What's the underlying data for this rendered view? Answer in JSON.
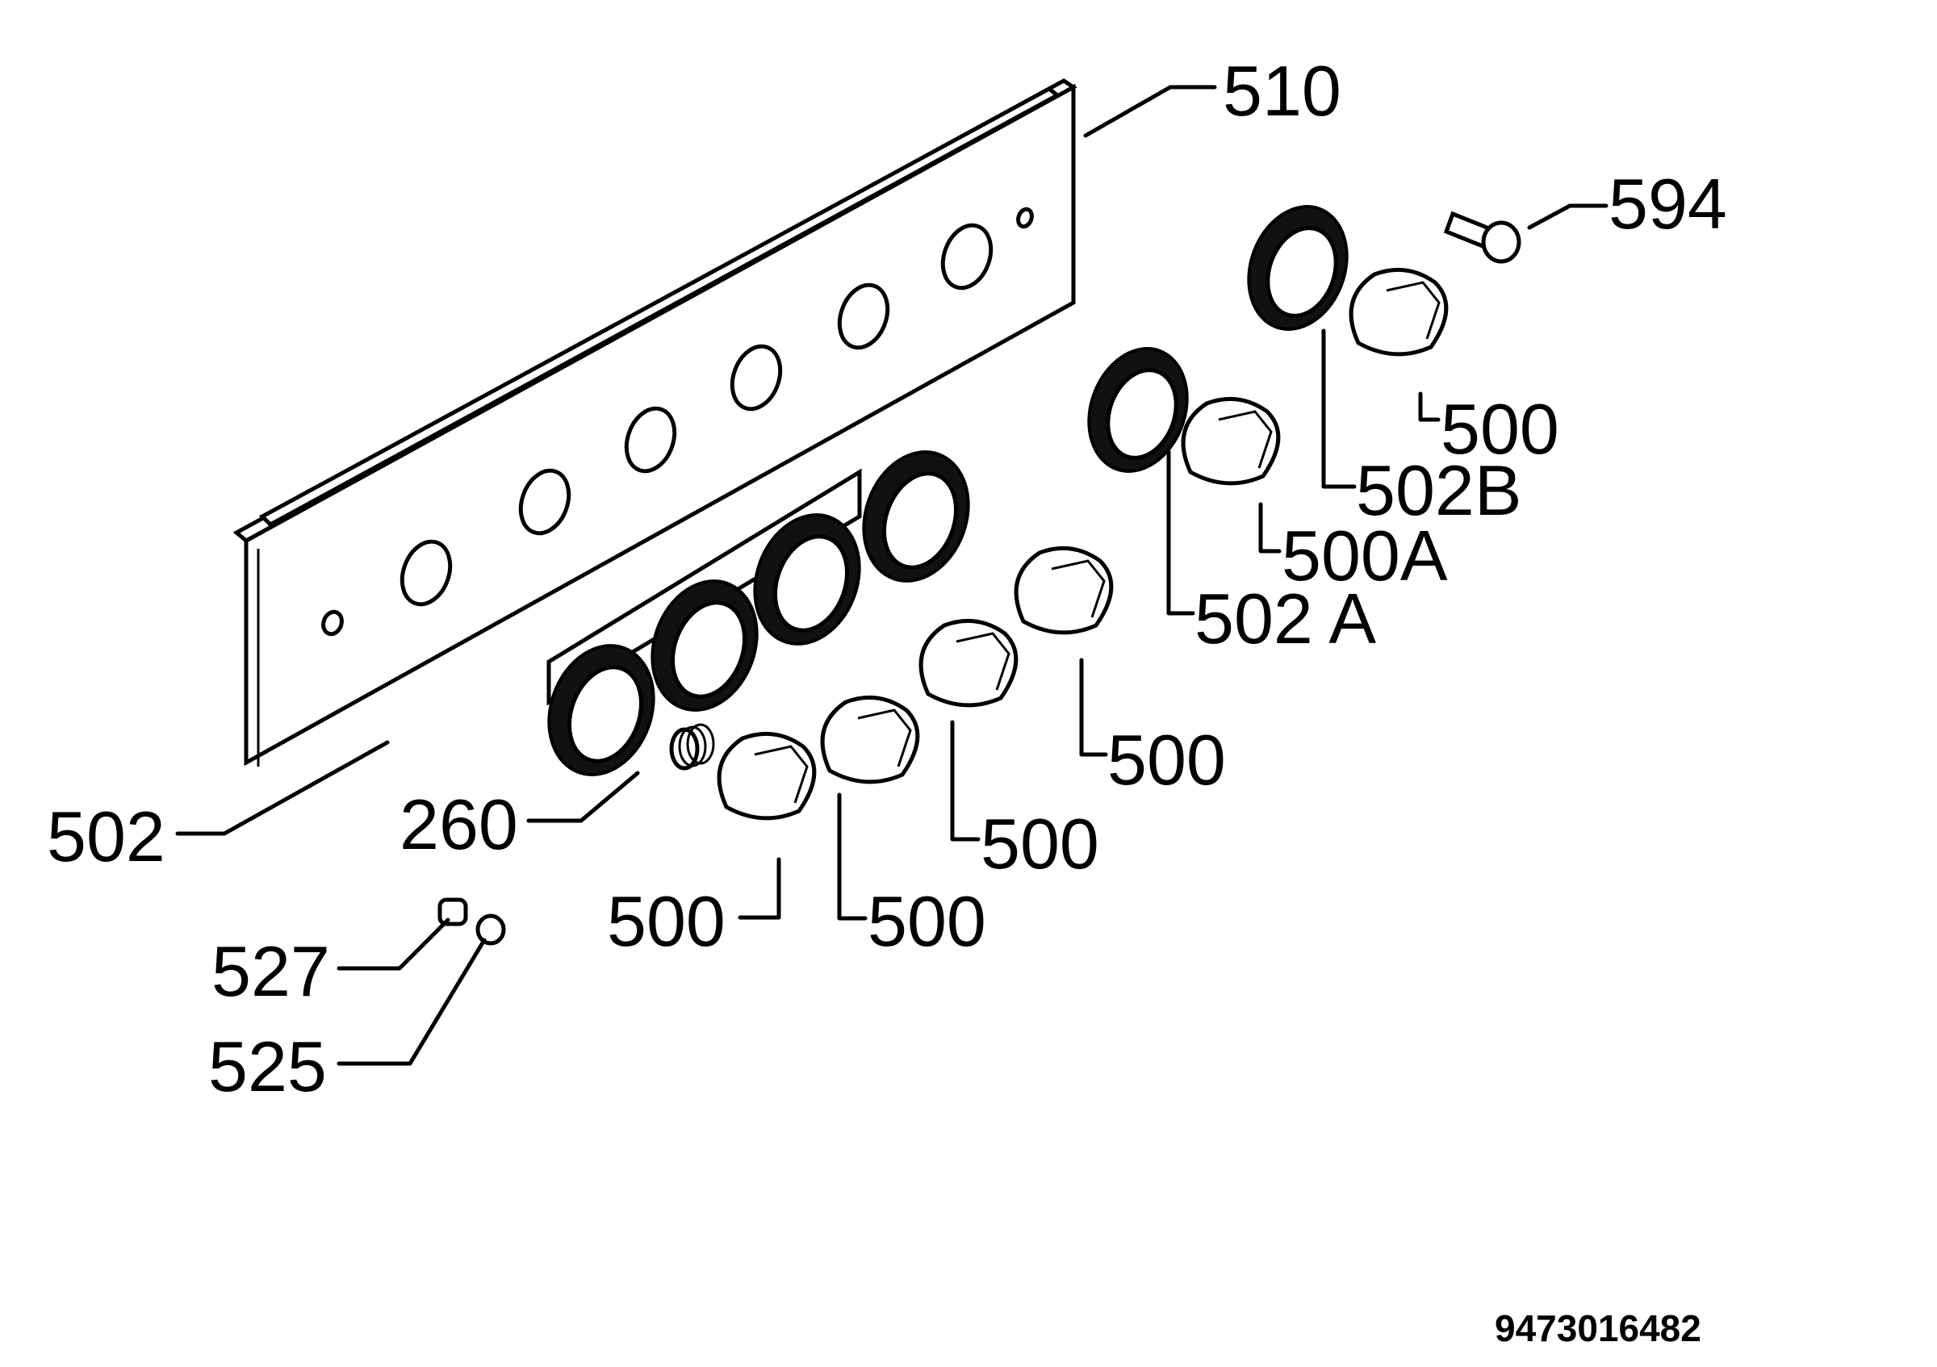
{
  "diagram": {
    "document_number": "9473016482",
    "callouts": [
      {
        "id": "c510",
        "text": "510"
      },
      {
        "id": "c594",
        "text": "594"
      },
      {
        "id": "c500a",
        "text": "500"
      },
      {
        "id": "c502b",
        "text": "502B"
      },
      {
        "id": "c500A",
        "text": "500A"
      },
      {
        "id": "c502a",
        "text": "502 A"
      },
      {
        "id": "c500b",
        "text": "500"
      },
      {
        "id": "c500c",
        "text": "500"
      },
      {
        "id": "c500d",
        "text": "500"
      },
      {
        "id": "c500e",
        "text": "500"
      },
      {
        "id": "c502",
        "text": "502"
      },
      {
        "id": "c260",
        "text": "260"
      },
      {
        "id": "c527",
        "text": "527"
      },
      {
        "id": "c525",
        "text": "525"
      }
    ]
  }
}
